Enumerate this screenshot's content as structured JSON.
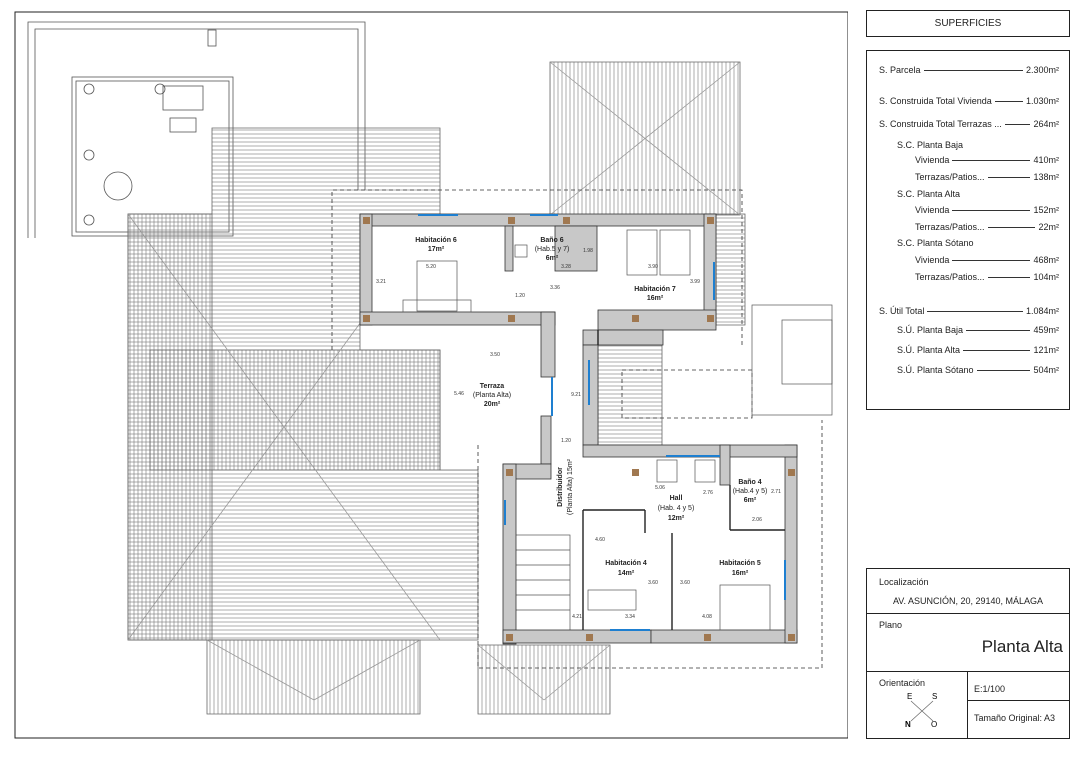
{
  "superficies": {
    "title": "SUPERFICIES",
    "rows": [
      {
        "label": "S. Parcela",
        "value": "2.300m²",
        "indent": 0
      },
      {
        "label": "S. Construida Total Vivienda",
        "value": "1.030m²",
        "indent": 0
      },
      {
        "label": "S. Construida Total Terrazas ...",
        "value": "264m²",
        "indent": 0
      },
      {
        "label": "S.C. Planta Baja",
        "value": "",
        "indent": 1
      },
      {
        "label": "Vivienda",
        "value": "410m²",
        "indent": 2
      },
      {
        "label": "Terrazas/Patios...",
        "value": "138m²",
        "indent": 2
      },
      {
        "label": "S.C. Planta Alta",
        "value": "",
        "indent": 1
      },
      {
        "label": "Vivienda",
        "value": "152m²",
        "indent": 2
      },
      {
        "label": "Terrazas/Patios...",
        "value": "22m²",
        "indent": 2
      },
      {
        "label": "S.C. Planta Sótano",
        "value": "",
        "indent": 1
      },
      {
        "label": "Vivienda",
        "value": "468m²",
        "indent": 2
      },
      {
        "label": "Terrazas/Patios...",
        "value": "104m²",
        "indent": 2
      },
      {
        "label": "S. Útil Total",
        "value": "1.084m²",
        "indent": 0
      },
      {
        "label": "S.Ú. Planta Baja",
        "value": "459m²",
        "indent": 1
      },
      {
        "label": "S.Ú. Planta Alta",
        "value": "121m²",
        "indent": 1
      },
      {
        "label": "S.Ú. Planta Sótano",
        "value": "504m²",
        "indent": 1
      }
    ]
  },
  "title_block": {
    "location_label": "Localización",
    "location_value": "AV. ASUNCIÓN, 20, 29140, MÁLAGA",
    "plan_label": "Plano",
    "plan_value": "Planta Alta",
    "orientation_label": "Orientación",
    "compass": {
      "e": "E",
      "s": "S",
      "n": "N",
      "o": "O"
    },
    "scale": "E:1/100",
    "original_size": "Tamaño Original: A3"
  },
  "rooms": {
    "hab6": {
      "name": "Habitación 6",
      "area": "17m²"
    },
    "bano6": {
      "name": "Baño 6",
      "sub": "(Hab.5 y 7)",
      "area": "6m²"
    },
    "hab7": {
      "name": "Habitación 7",
      "area": "16m²"
    },
    "terraza": {
      "name": "Terraza",
      "sub": "(Planta Alta)",
      "area": "20m²"
    },
    "distribuidor": {
      "name": "Distribuidor",
      "sub": "(Planta Alta) 15m²"
    },
    "hall": {
      "name": "Hall",
      "sub": "(Hab. 4 y 5)",
      "area": "12m²"
    },
    "bano4": {
      "name": "Baño 4",
      "sub": "(Hab.4 y 5)",
      "area": "6m²"
    },
    "hab4": {
      "name": "Habitación 4",
      "area": "14m²"
    },
    "hab5": {
      "name": "Habitación 5",
      "area": "16m²"
    }
  },
  "dimensions": [
    "5.20",
    "3.21",
    "1.20",
    "3.36",
    "3.28",
    "1.98",
    "3.90",
    "3.99",
    "3.50",
    "5.46",
    "9.21",
    "1.20",
    "5.06",
    "2.76",
    "2.71",
    "2.06",
    "4.60",
    "3.60",
    "3.60",
    "4.21",
    "3.34",
    "4.08"
  ],
  "colors": {
    "wall": "#c8c8c8",
    "column": "#a07850",
    "window": "#1e7fd0",
    "line": "#333333"
  }
}
